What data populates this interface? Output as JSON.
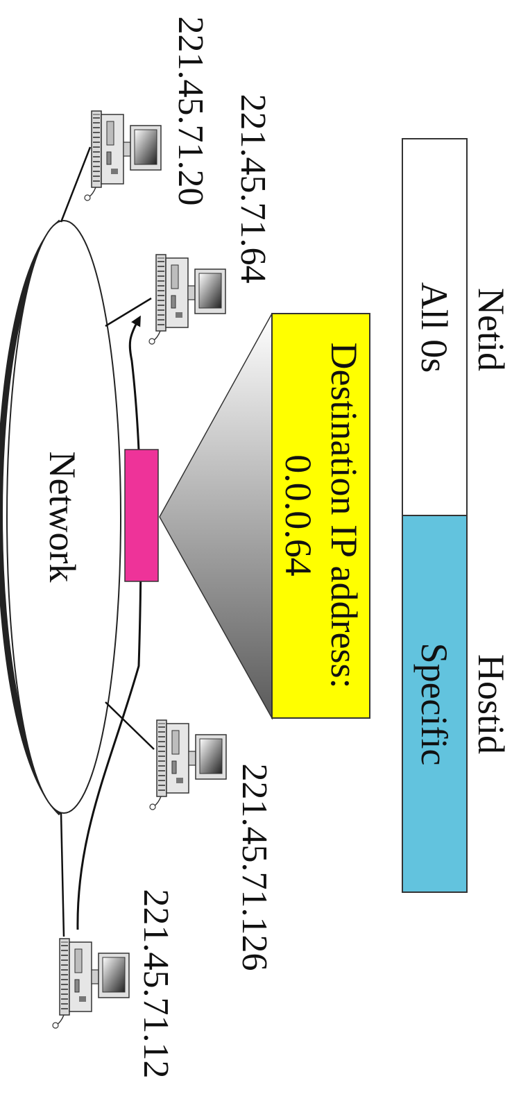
{
  "address_format": {
    "netid_label": "Netid",
    "hostid_label": "Hostid",
    "netid_value": "All 0s",
    "hostid_value": "Specific"
  },
  "packet": {
    "caption": "Destination IP address:",
    "address": "0.0.0.64"
  },
  "network": {
    "label": "Network"
  },
  "hosts": [
    {
      "ip": "221.45.71.20"
    },
    {
      "ip": "221.45.71.64"
    },
    {
      "ip": "221.45.71.126"
    },
    {
      "ip": "221.45.71.12"
    }
  ],
  "colors": {
    "netid_field": "#ffffff",
    "hostid_field": "#62c3de",
    "packet_box": "#ffff00",
    "packet": "#ee3399",
    "network_ring": "#222222"
  }
}
